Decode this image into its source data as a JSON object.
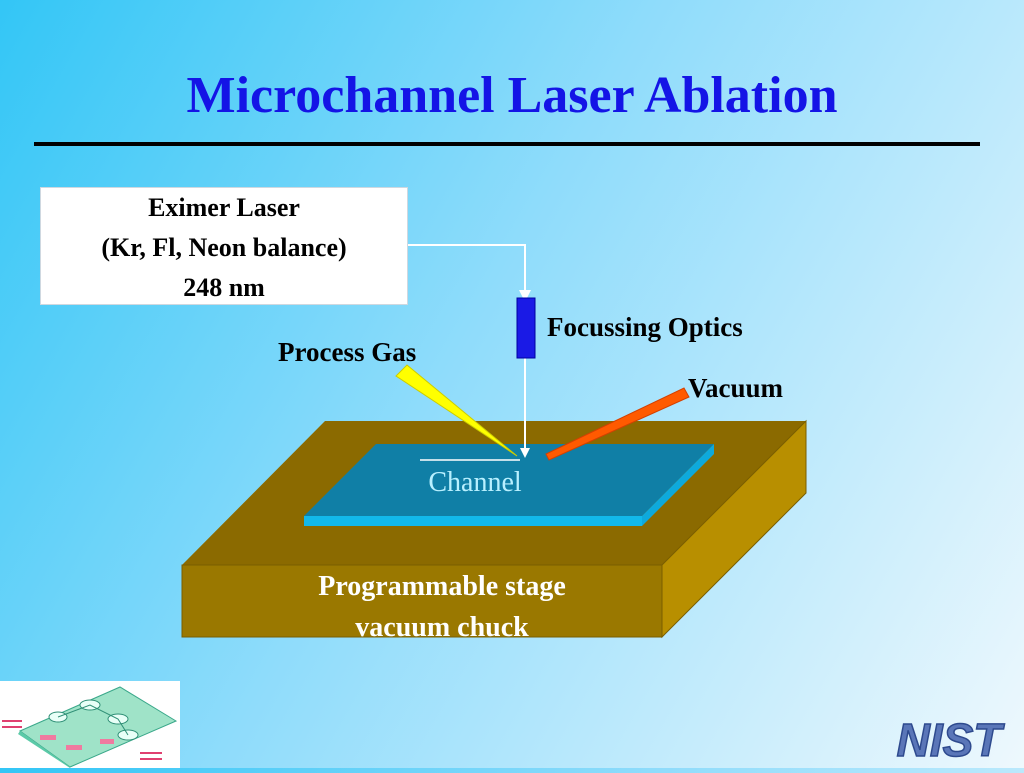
{
  "title": "Microchannel Laser Ablation",
  "laser": {
    "line1": "Eximer Laser",
    "line2": "(Kr, Fl, Neon balance)",
    "line3": "248 nm"
  },
  "labels": {
    "optics": "Focussing Optics",
    "process_gas": "Process Gas",
    "vacuum": "Vacuum",
    "channel": "Channel",
    "stage_line1": "Programmable stage",
    "stage_line2": "vacuum chuck"
  },
  "logo_text": "NIST",
  "colors": {
    "title": "#1414e6",
    "stage_top": "#8b6a00",
    "stage_front": "#9a7800",
    "stage_side": "#b88f00",
    "channel_top": "#107fa6",
    "channel_edge": "#12b8ea",
    "optics": "#1a1ae6",
    "gas_jet": "#ffff00",
    "vacuum_nozzle": "#ff5a00"
  }
}
